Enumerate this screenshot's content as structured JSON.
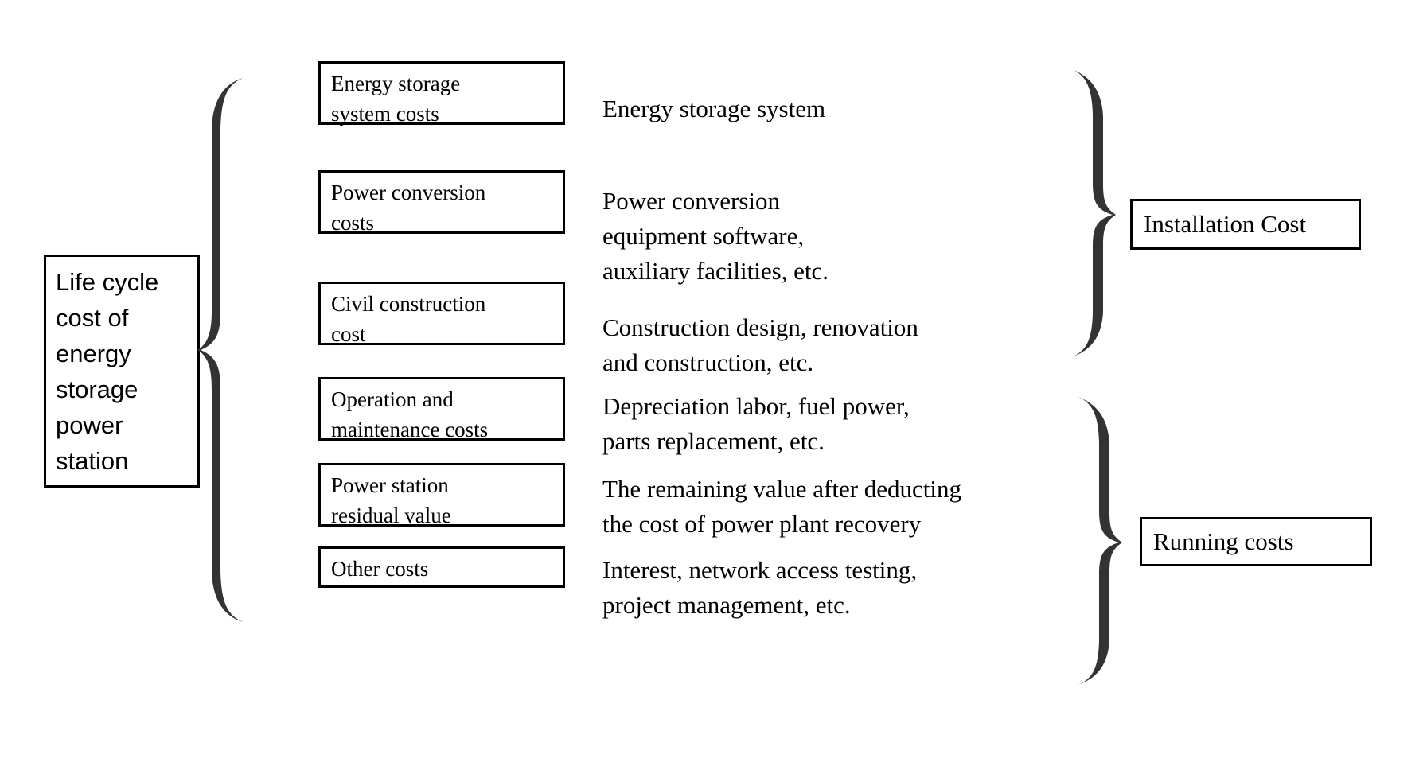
{
  "diagram": {
    "title_node": {
      "label": "Life cycle\ncost of\nenergy\nstorage\npower\nstation"
    },
    "items": [
      {
        "name": "energy-storage-system-costs",
        "label": "Energy storage\nsystem costs",
        "description": "Energy storage system"
      },
      {
        "name": "power-conversion-costs",
        "label": "Power conversion\ncosts",
        "description": "Power conversion\nequipment software,\nauxiliary facilities, etc."
      },
      {
        "name": "civil-construction-cost",
        "label": "Civil construction\ncost",
        "description": "Construction design, renovation\nand construction, etc."
      },
      {
        "name": "operation-and-maintenance-costs",
        "label": "Operation and\nmaintenance costs",
        "description": "Depreciation labor, fuel power,\nparts replacement, etc."
      },
      {
        "name": "power-station-residual-value",
        "label": "Power station\nresidual value",
        "description": "The remaining value after deducting\nthe cost of power plant recovery"
      },
      {
        "name": "other-costs",
        "label": "Other costs",
        "description": "Interest, network access testing,\nproject management, etc."
      }
    ],
    "groups": [
      {
        "name": "installation-cost",
        "label": "Installation Cost"
      },
      {
        "name": "running-costs",
        "label": "Running costs"
      }
    ],
    "colors": {
      "brace": "#333333",
      "border": "#000000",
      "text": "#000000",
      "background": "#ffffff"
    }
  }
}
